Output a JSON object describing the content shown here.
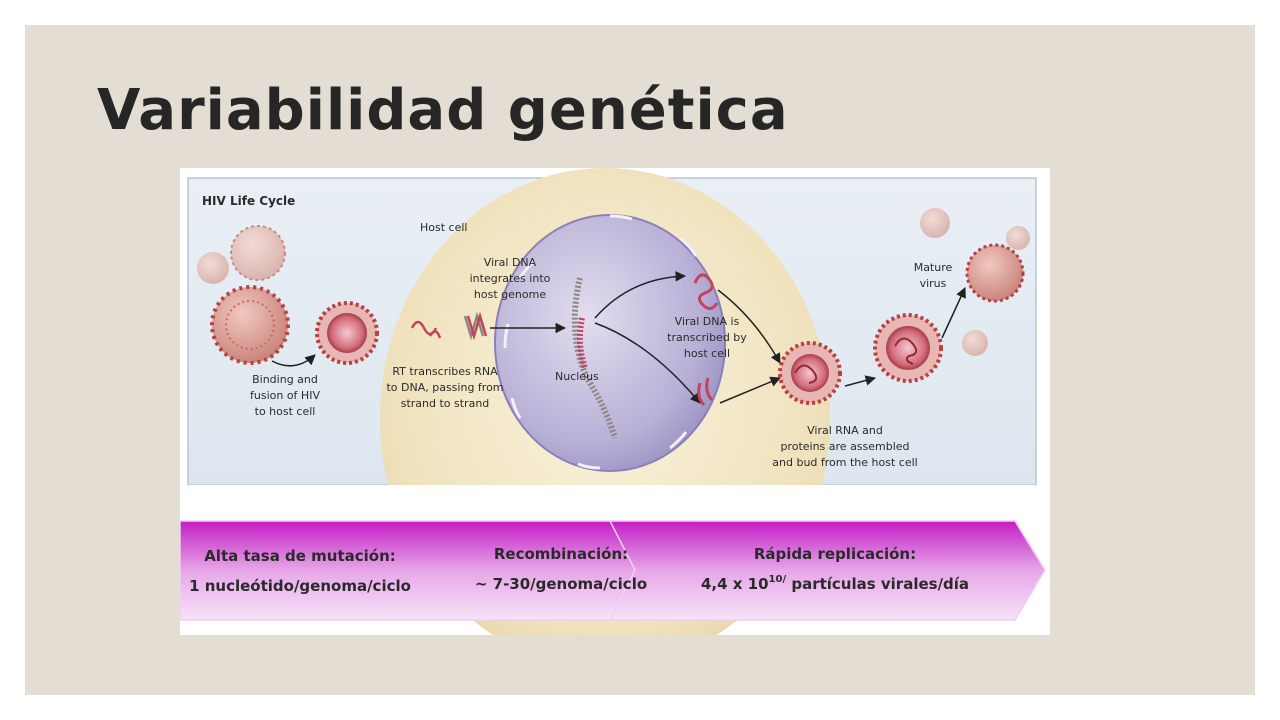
{
  "slide": {
    "title": "Variabilidad genética"
  },
  "diagram": {
    "panel_title": "HIV Life Cycle",
    "labels": {
      "host_cell": "Host cell",
      "binding": [
        "Binding and",
        "fusion of HIV",
        "to host cell"
      ],
      "rt": [
        "RT transcribes RNA",
        "to DNA, passing from",
        "strand to strand"
      ],
      "integrates": [
        "Viral DNA",
        "integrates into",
        "host genome"
      ],
      "nucleus": "Nucleus",
      "transcribed": [
        "Viral DNA is",
        "transcribed by",
        "host cell"
      ],
      "assembled": [
        "Viral RNA and",
        "proteins are assembled",
        "and bud from the host cell"
      ],
      "mature": [
        "Mature",
        "virus"
      ]
    }
  },
  "banner": {
    "segment1": {
      "title": "Alta tasa de mutación:",
      "value": "1 nucleótido/genoma/ciclo"
    },
    "segment2": {
      "title": "Recombinación:",
      "value": "~ 7-30/genoma/ciclo"
    },
    "segment3": {
      "title": "Rápida replicación:",
      "value_prefix": "4,4 x 10",
      "value_exponent": "10/",
      "value_suffix": " partículas virales/día"
    }
  },
  "colors": {
    "slide_bg": "#e3ddd3",
    "title": "#262626",
    "banner_magenta": "#c21ec4",
    "banner_light": "#f3cdf3",
    "virus_red": "#b8403f",
    "nucleus": "#a89fc9"
  }
}
